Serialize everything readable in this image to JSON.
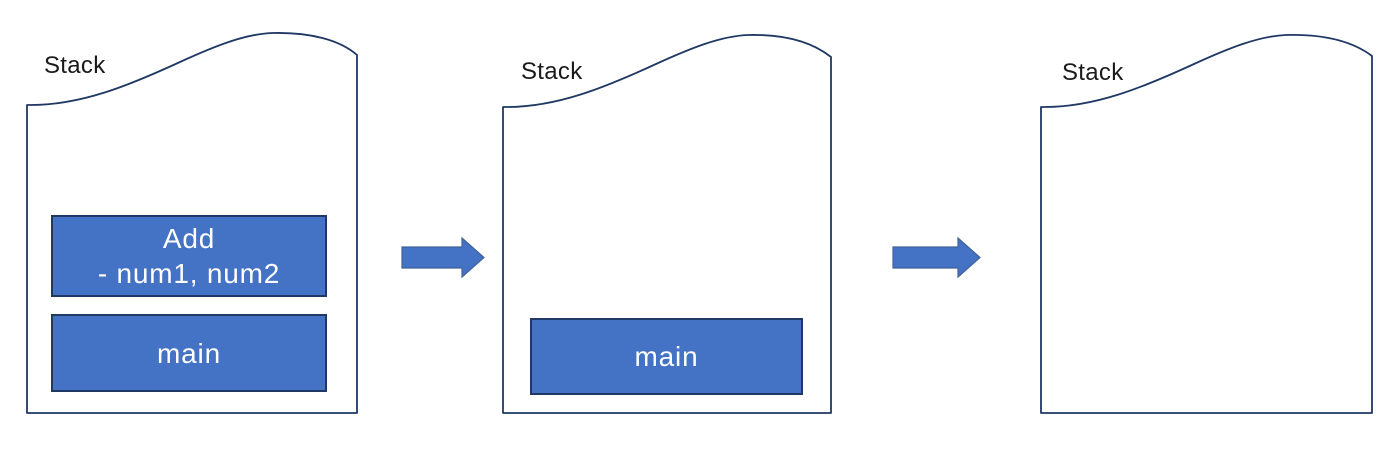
{
  "colors": {
    "frame_fill": "#4472C4",
    "frame_border": "#1F3864",
    "container_stroke": "#1F3864",
    "arrow_fill": "#4472C4",
    "arrow_stroke": "#41639C",
    "label_text": "#1a1a1a",
    "frame_text": "#ffffff"
  },
  "icons": {
    "arrow": "right-block-arrow-icon"
  },
  "stages": [
    {
      "label": "Stack",
      "frames": [
        {
          "title": "Add",
          "detail": "- num1, num2"
        },
        {
          "title": "main"
        }
      ]
    },
    {
      "label": "Stack",
      "frames": [
        {
          "title": "main"
        }
      ]
    },
    {
      "label": "Stack",
      "frames": []
    }
  ]
}
